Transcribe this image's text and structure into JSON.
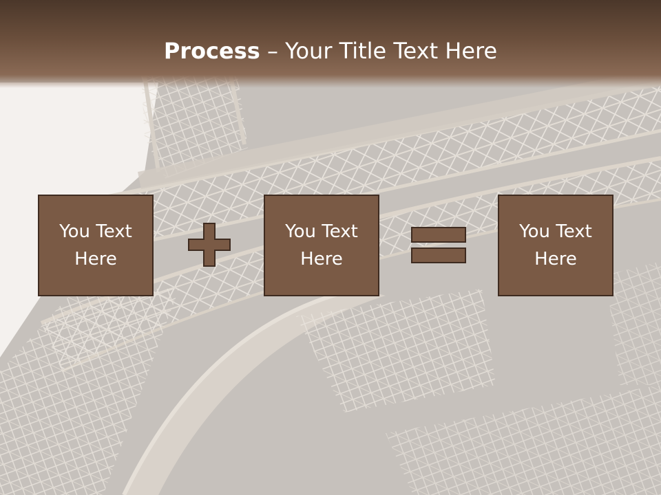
{
  "slide": {
    "title_bold": "Process",
    "title_rest": " – Your Title Text Here",
    "boxes": [
      {
        "text": "You Text Here"
      },
      {
        "text": "You Text Here"
      },
      {
        "text": "You Text Here"
      }
    ],
    "operators": [
      "plus-icon",
      "equals-icon"
    ],
    "colors": {
      "box_fill": "#7a5a45",
      "box_border": "#3e2b20",
      "title_bar": "#6b4f3c",
      "background": "#c9c4bf"
    }
  }
}
